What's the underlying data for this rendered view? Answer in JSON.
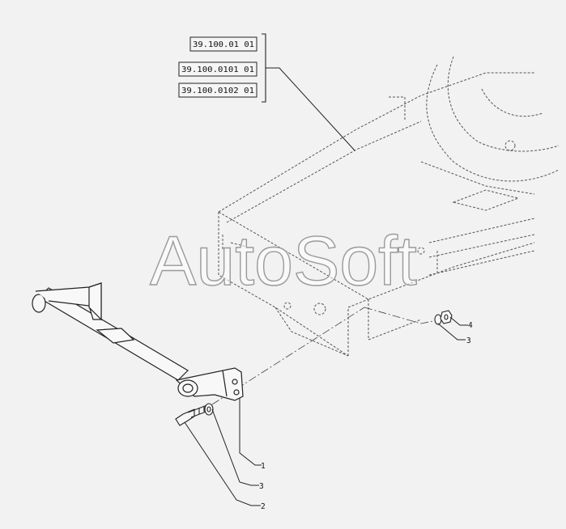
{
  "references": [
    {
      "code": "39.100.01 01"
    },
    {
      "code": "39.100.0101 01"
    },
    {
      "code": "39.100.0102 01"
    }
  ],
  "callouts": [
    "1",
    "3",
    "2",
    "4",
    "3"
  ],
  "watermark": "AutoSoft",
  "colors": {
    "background": "#f2f2f2",
    "line": "#333333",
    "dashed": "#555555",
    "watermark_fill": "#ffffff",
    "watermark_stroke": "#9a9a9a"
  }
}
